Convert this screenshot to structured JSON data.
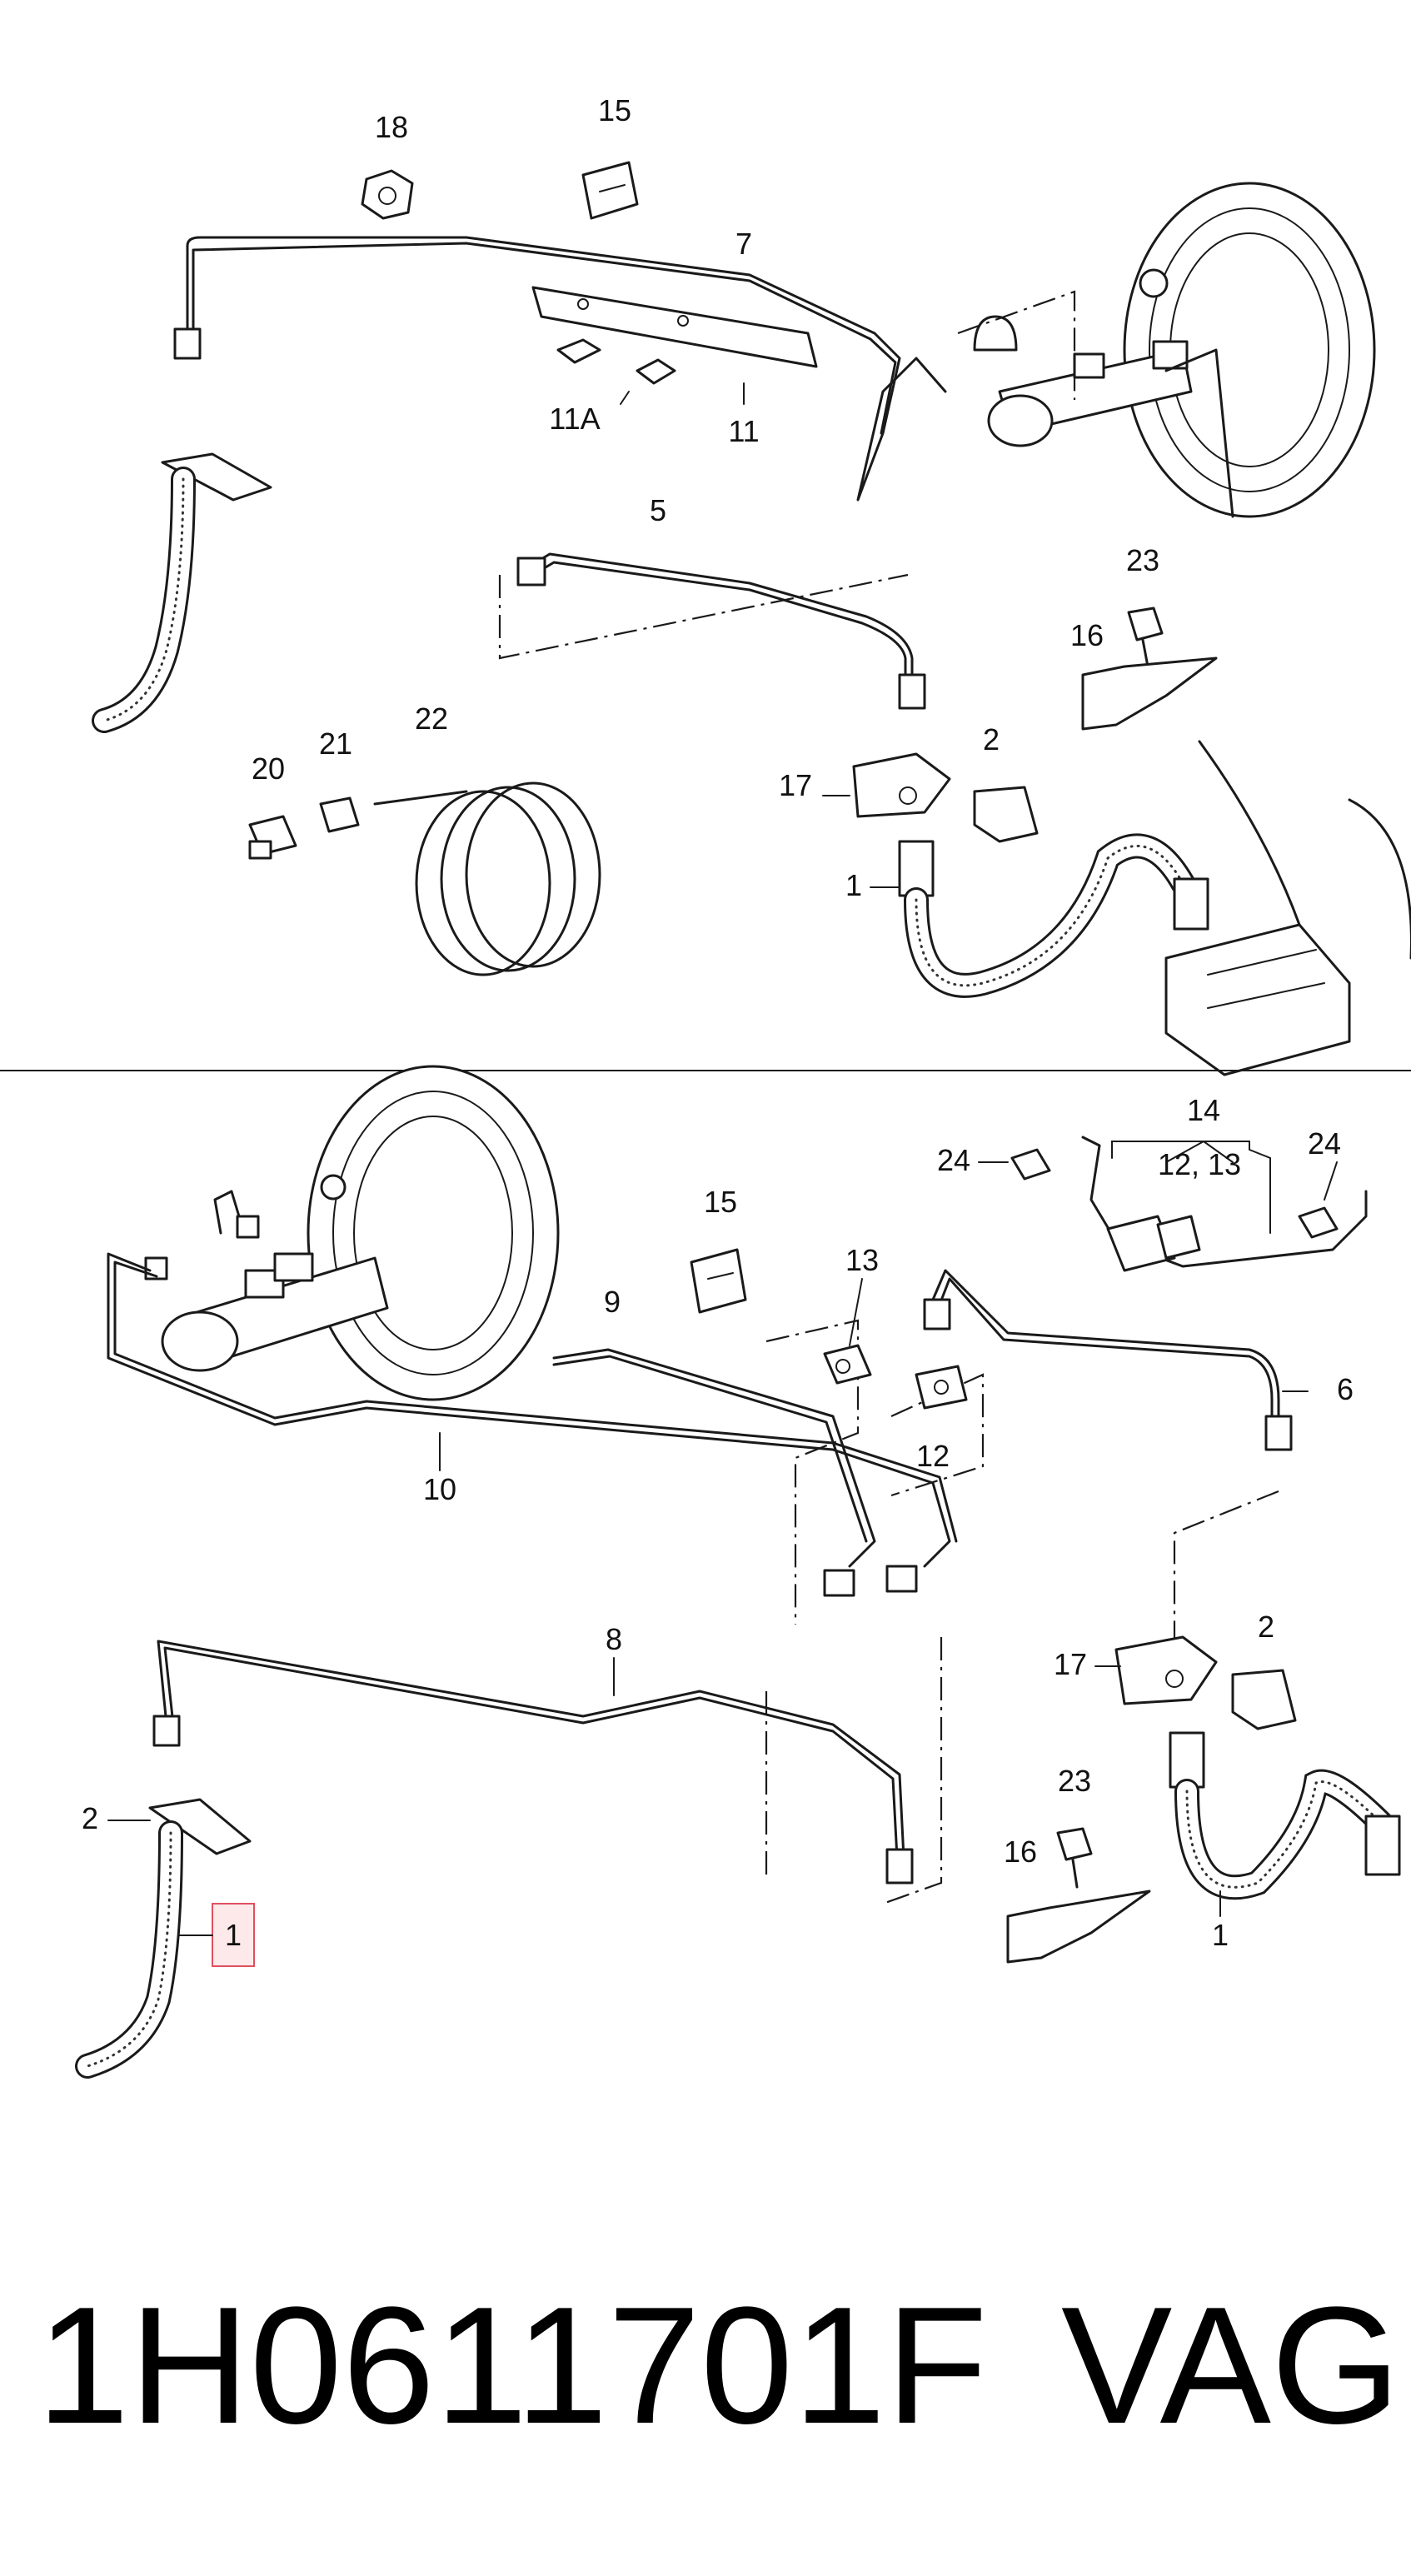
{
  "callouts_top": {
    "c18": "18",
    "c15": "15",
    "c7": "7",
    "c11a": "11A",
    "c11": "11",
    "c5": "5",
    "c23": "23",
    "c16": "16",
    "c2": "2",
    "c17": "17",
    "c20": "20",
    "c21": "21",
    "c22": "22",
    "c1": "1"
  },
  "callouts_bottom": {
    "c15": "15",
    "c14": "14",
    "c24a": "24",
    "c1213": "12, 13",
    "c24b": "24",
    "c13": "13",
    "c9": "9",
    "c6": "6",
    "c12": "12",
    "c10": "10",
    "c8": "8",
    "c2a": "2",
    "c2b": "2",
    "c17": "17",
    "c23": "23",
    "c16": "16",
    "c1a": "1",
    "c1b": "1"
  },
  "highlight_color": "#e05060",
  "footer": {
    "part_number": "1H0611701F",
    "brand": "VAG"
  }
}
